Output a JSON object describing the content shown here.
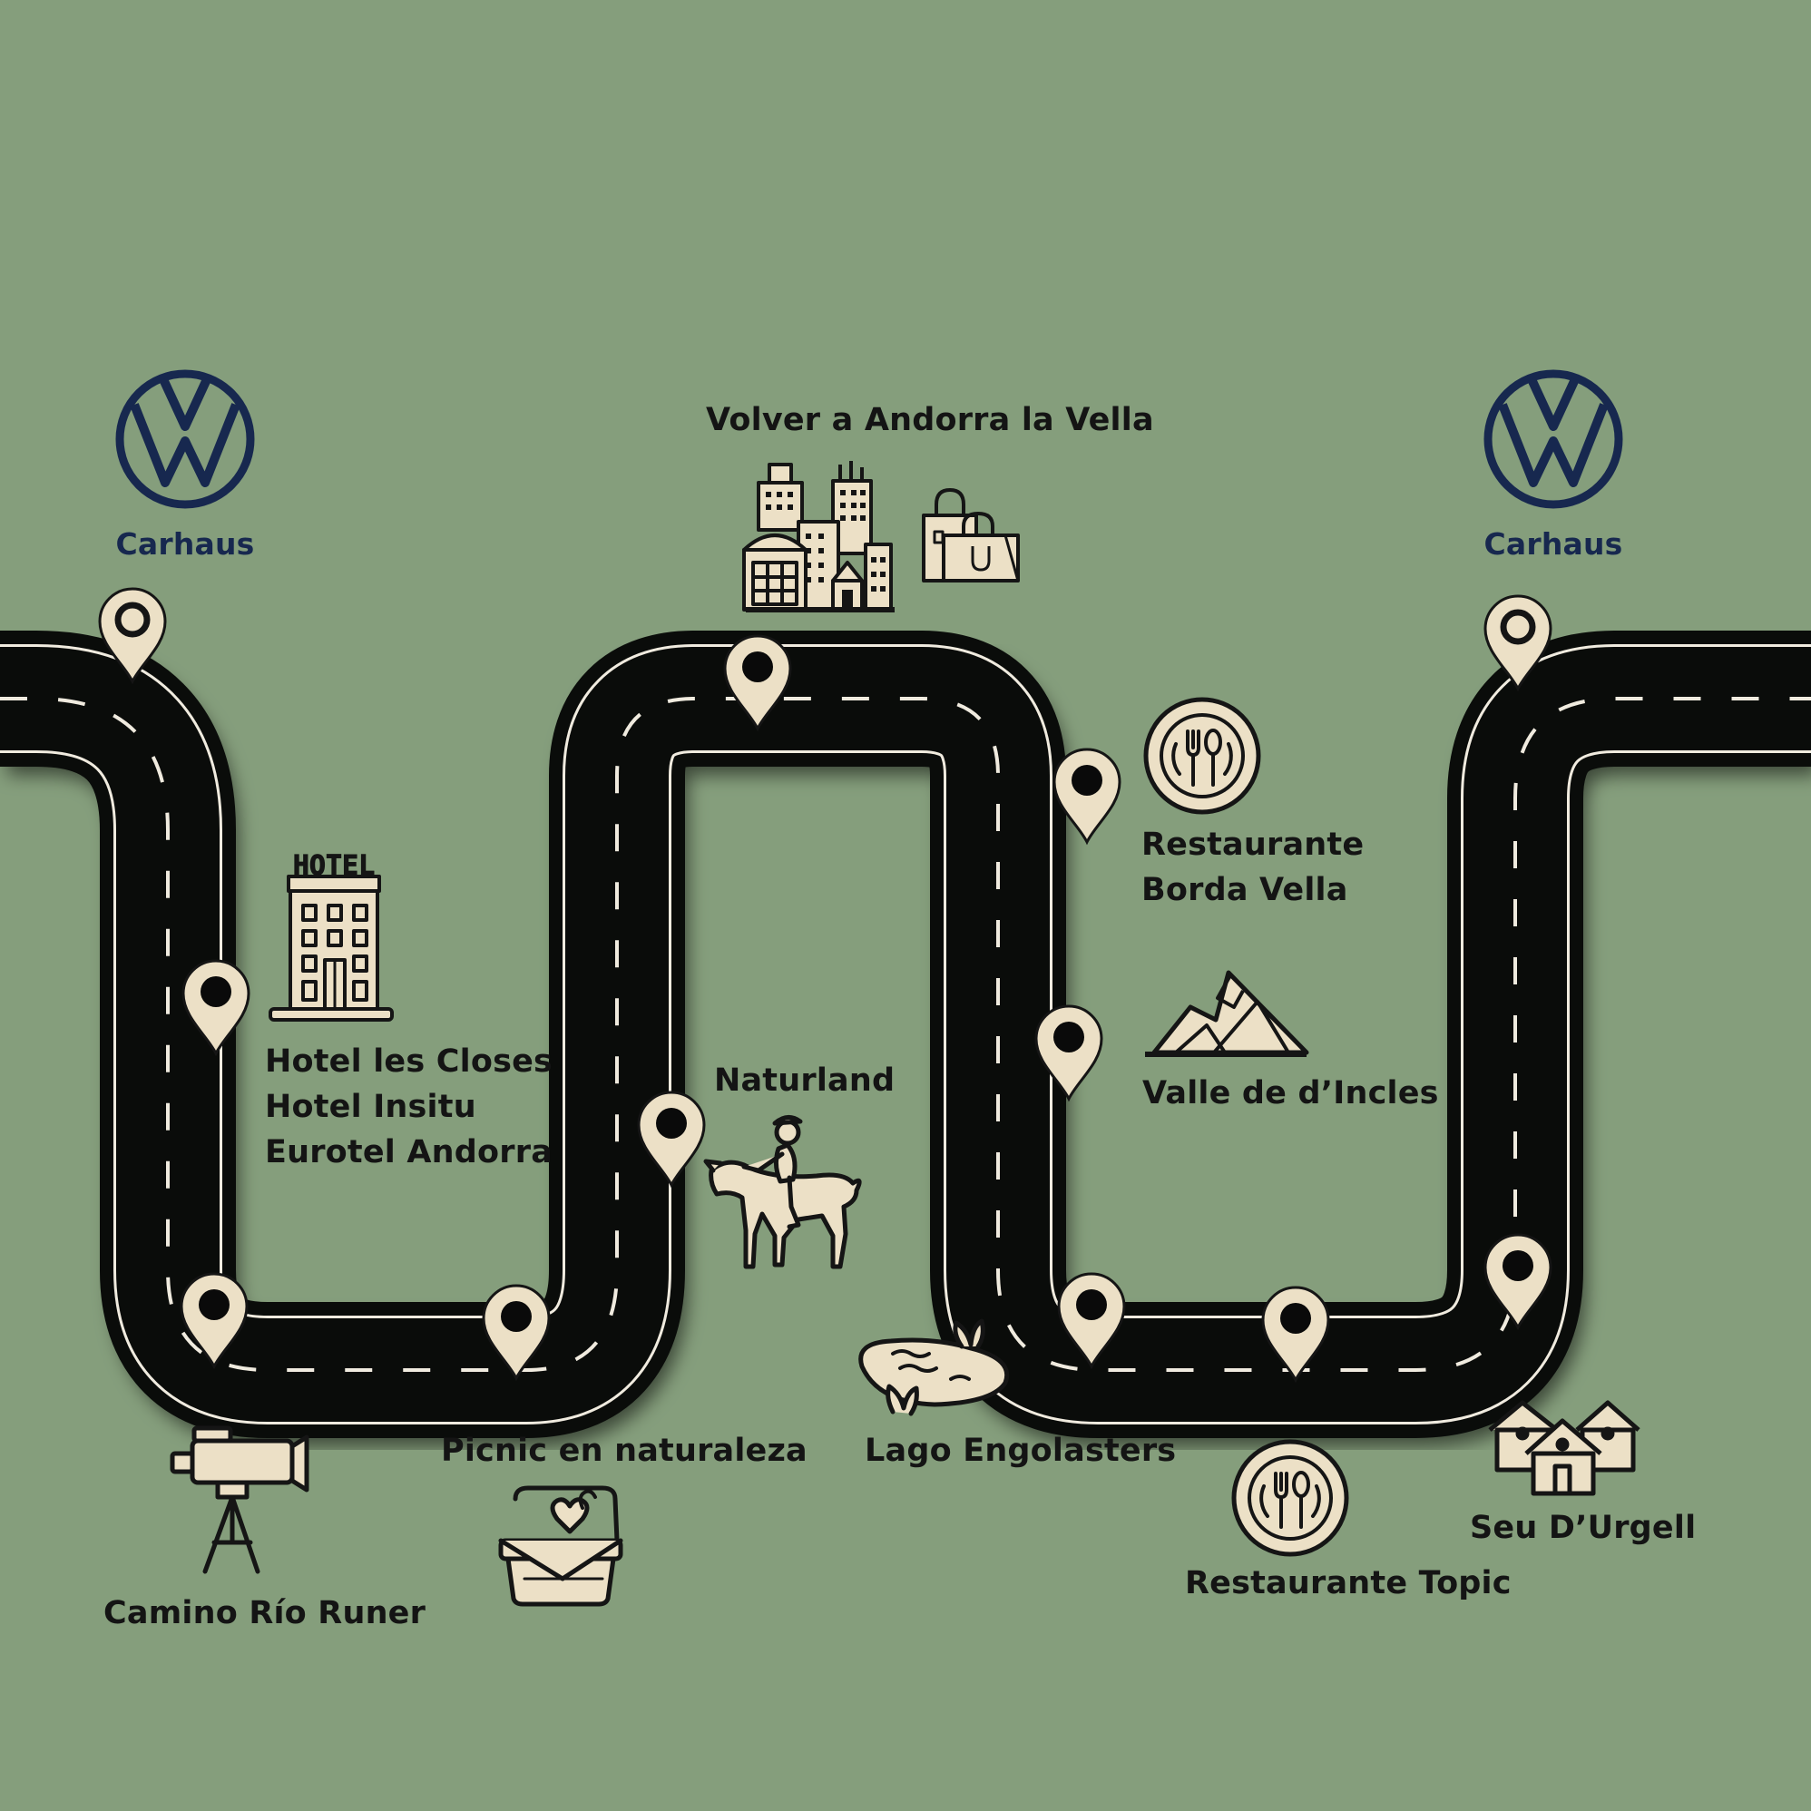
{
  "colors": {
    "background": "#859e7c",
    "road": "#0a0c0a",
    "road_line": "#f0ebdf",
    "icon_fill": "#ece0c6",
    "icon_stroke": "#151515",
    "brand": "#17284f",
    "text": "#141414"
  },
  "brand": {
    "logo_icon": "volkswagen-logo",
    "start_label": "Carhaus",
    "end_label": "Carhaus"
  },
  "stops": {
    "city": {
      "label": "Volver a Andorra la Vella",
      "icons": [
        "city-buildings-icon",
        "shopping-bags-icon"
      ]
    },
    "hotels": {
      "lines": [
        "Hotel les Closes",
        "Hotel Insitu",
        "Eurotel Andorra"
      ],
      "icon": "hotel-icon"
    },
    "naturland": {
      "label": "Naturland",
      "icon": "horse-rider-icon"
    },
    "restaurant_borda": {
      "lines": [
        "Restaurante",
        "Borda Vella"
      ],
      "icon": "plate-cutlery-icon"
    },
    "valle": {
      "label": "Valle de d’Incles",
      "icon": "mountain-icon"
    },
    "camino": {
      "label": "Camino Río Runer",
      "icon": "video-camera-icon"
    },
    "picnic": {
      "label": "Picnic en naturaleza",
      "icon": "picnic-basket-icon"
    },
    "lago": {
      "label": "Lago Engolasters",
      "icon": "lake-icon"
    },
    "restaurant_topic": {
      "label": "Restaurante Topic",
      "icon": "plate-cutlery-icon"
    },
    "seu": {
      "label": "Seu D’Urgell",
      "icon": "houses-icon"
    }
  }
}
